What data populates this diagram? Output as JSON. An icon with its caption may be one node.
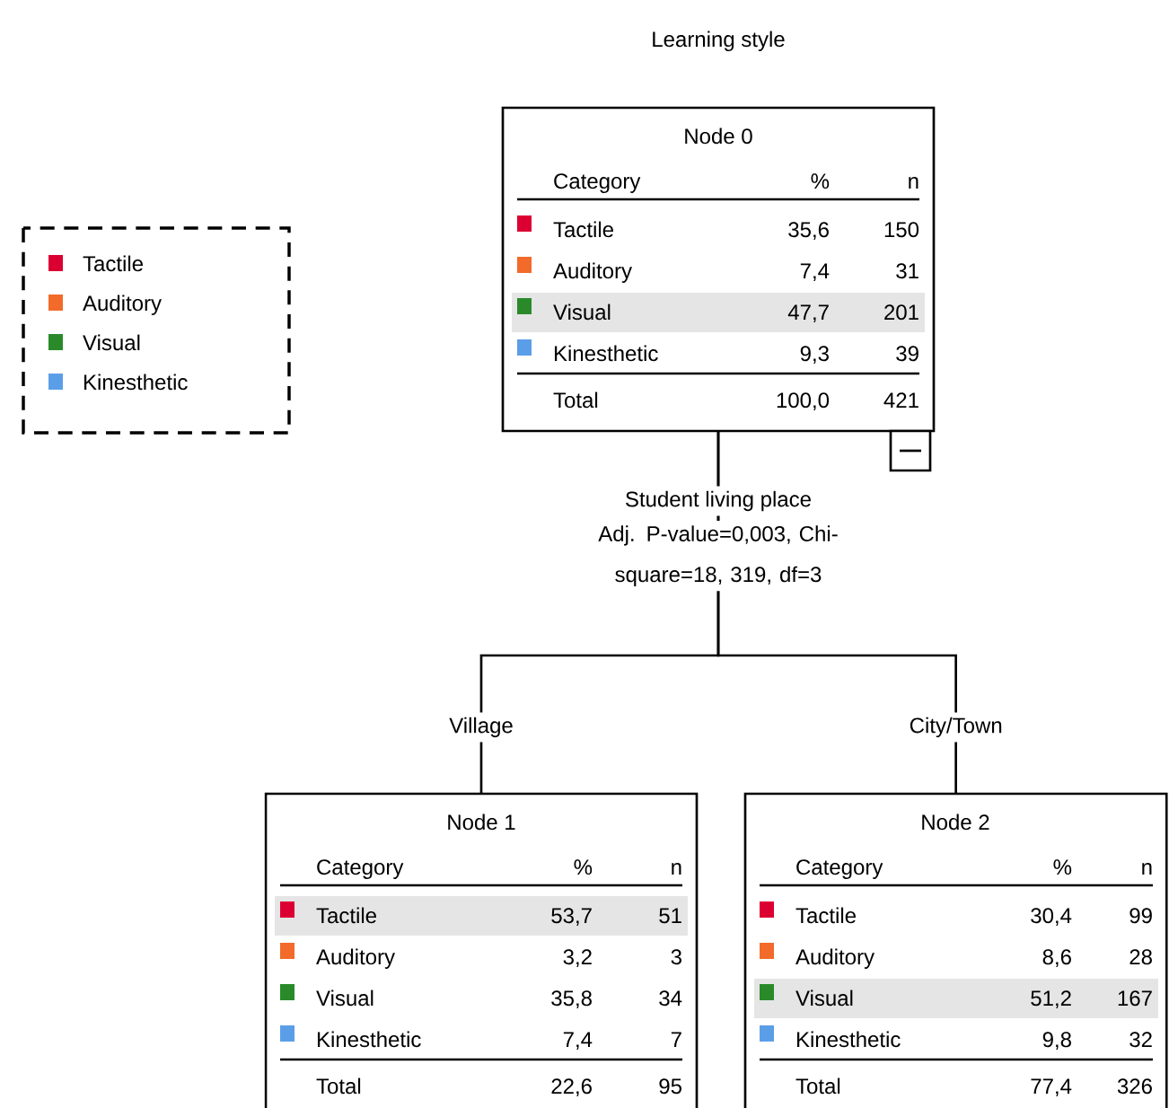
{
  "diagram": {
    "title": "Learning style",
    "nodes": [
      {
        "text": [
          "Node 0",
          "Category",
          "%",
          "n",
          "Tactile",
          "35,6",
          "150",
          "Auditory",
          "7,4",
          "31",
          "Visual",
          "47,7",
          "201",
          "Kinesthetic",
          "9,3",
          "39",
          "Total",
          "100,0",
          "421"
        ]
      },
      {
        "text": [
          "Node 1",
          "Category",
          "%",
          "n",
          "Tactile",
          "53,7",
          "51",
          "Auditory",
          "3,2",
          "3",
          "Visual",
          "35,8",
          "34",
          "Kinesthetic",
          "7,4",
          "7",
          "Total",
          "22,6",
          "95"
        ]
      },
      {
        "text": [
          "Node 2",
          "Category",
          "%",
          "n",
          "Tactile",
          "30,4",
          "99",
          "Auditory",
          "8,6",
          "28",
          "Visual",
          "51,2",
          "167",
          "Kinesthetic",
          "9,8",
          "32",
          "Total",
          "77,4",
          "326"
        ]
      }
    ],
    "edges": [
      {
        "from": 0,
        "to": 1,
        "arrow": "none",
        "label": "Village"
      },
      {
        "from": 0,
        "to": 2,
        "arrow": "none",
        "label": "City/Town"
      }
    ],
    "labels": [
      "Student living place",
      "Adj. P-value=0,003, Chi-square=18, 319, df=3"
    ],
    "legend": [
      {
        "text": "Tactile",
        "color": "#dc0032"
      },
      {
        "text": "Auditory",
        "color": "#f26b2a"
      },
      {
        "text": "Visual",
        "color": "#2a8a2a"
      },
      {
        "text": "Kinesthetic",
        "color": "#5b9ee8"
      }
    ]
  }
}
